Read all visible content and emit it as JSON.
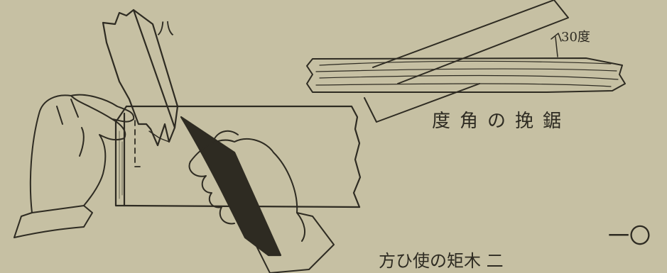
{
  "figure": {
    "number_label": "八",
    "angle_label": "30度",
    "caption": "度角の挽鋸"
  },
  "footer": {
    "section_title": "方ひ使の矩木 二",
    "page_number": "一〇"
  },
  "colors": {
    "paper": "#c6c0a3",
    "ink": "#2e2b22"
  },
  "illustration": {
    "main": "hands-sawing-board",
    "inset": "saw-blade-on-plank-at-angle"
  }
}
